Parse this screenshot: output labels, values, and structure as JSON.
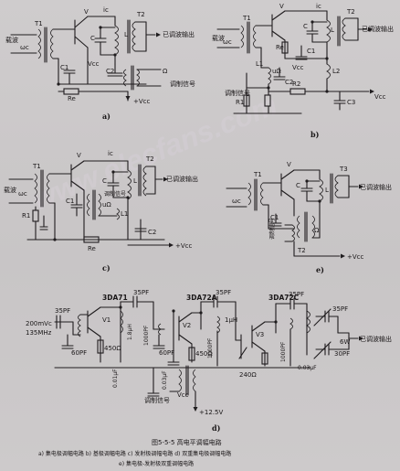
{
  "figure": {
    "number_title": "图5-5-5   高电平调幅电路",
    "captions": [
      "a) 集电极调幅电路   b) 基极调幅电路   c) 发射极调幅电路   d) 双重集电极调幅电路",
      "e) 集电极-发射极双重调幅电路"
    ],
    "watermark": "www.elecfans.com"
  },
  "panel_a": {
    "letter": "a)",
    "input_label": "载波",
    "labels": [
      "ωc",
      "T1",
      "V",
      "ic",
      "T2",
      "C",
      "L",
      "已调波输出",
      "C1",
      "Vcc",
      "C2",
      "Ω",
      "调制信号",
      "Re",
      "+Vcc"
    ]
  },
  "panel_b": {
    "letter": "b)",
    "input_label": "载波",
    "labels": [
      "ωc",
      "T1",
      "V",
      "ic",
      "T2",
      "C",
      "L",
      "已调波输出",
      "Re",
      "C1",
      "Vcc",
      "L1",
      "uΩ",
      "C2",
      "调制信号",
      "R1",
      "R2",
      "L2",
      "C3",
      "Vcc"
    ]
  },
  "panel_c": {
    "letter": "c)",
    "input_label": "载波",
    "labels": [
      "ωc",
      "T1",
      "V",
      "ic",
      "T2",
      "C",
      "L",
      "已调波输出",
      "C1",
      "uΩ",
      "调制信号",
      "R1",
      "L1",
      "C2",
      "Re",
      "+Vcc"
    ]
  },
  "panel_e": {
    "letter": "e)",
    "labels": [
      "ωc",
      "T1",
      "V",
      "T3",
      "C",
      "L",
      "已调波输出",
      "C1",
      "Ω",
      "调制信号",
      "T2",
      "+Vcc"
    ]
  },
  "panel_d": {
    "letter": "d)",
    "transistors": [
      "3DA71",
      "3DA72A",
      "3DA72C"
    ],
    "labels": [
      "35PF",
      "35PF",
      "35PF",
      "200mVc",
      "135MHz",
      "35PF",
      "V1",
      "V2",
      "V3",
      "60PF",
      "450Ω",
      "450Ω",
      "60PF",
      "1.8μH",
      "1μH",
      "1000PF",
      "0.01μF",
      "0.03μF",
      "1000PF",
      "240Ω",
      "0.03μF",
      "35PF",
      "6W",
      "已调波输出",
      "调制信号",
      "Vcc",
      "+12.5V",
      "30PF",
      "1000PF"
    ]
  }
}
